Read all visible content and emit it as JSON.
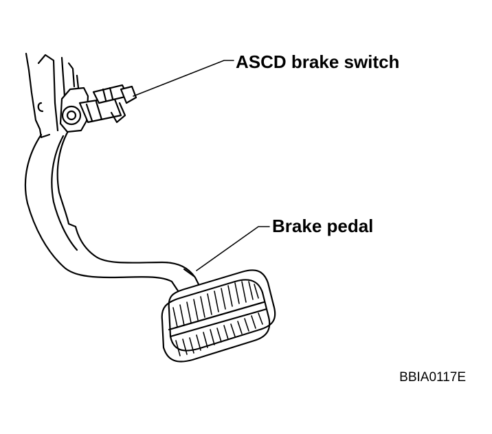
{
  "labels": {
    "switch": "ASCD brake switch",
    "pedal": "Brake pedal"
  },
  "figure_code": "BBIA0117E",
  "colors": {
    "ink": "#000000",
    "background": "#ffffff"
  }
}
